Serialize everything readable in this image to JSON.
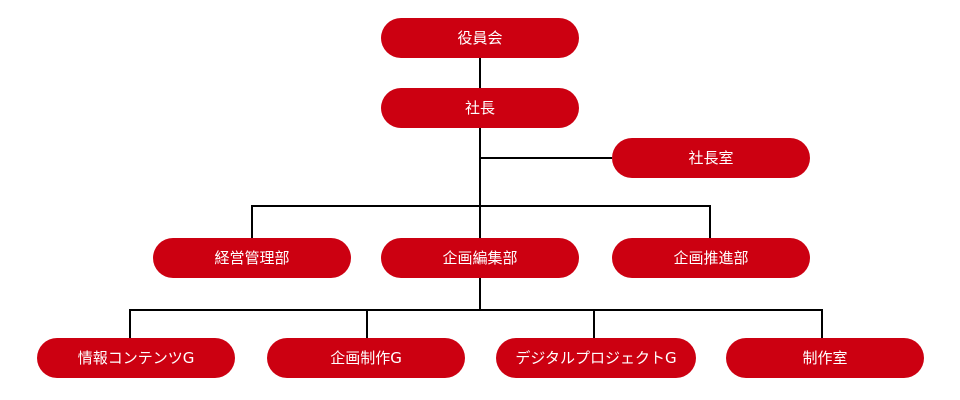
{
  "colors": {
    "node_fill": "#cc0011",
    "connector": "#000000",
    "node_text": "#ffffff"
  },
  "nodes": {
    "board": "役員会",
    "president": "社長",
    "president_office": "社長室",
    "management": "経営管理部",
    "planning_editorial": "企画編集部",
    "planning_promotion": "企画推進部",
    "info_contents": "情報コンテンツG",
    "planning_production": "企画制作G",
    "digital_project": "デジタルプロジェクトG",
    "production_room": "制作室"
  }
}
